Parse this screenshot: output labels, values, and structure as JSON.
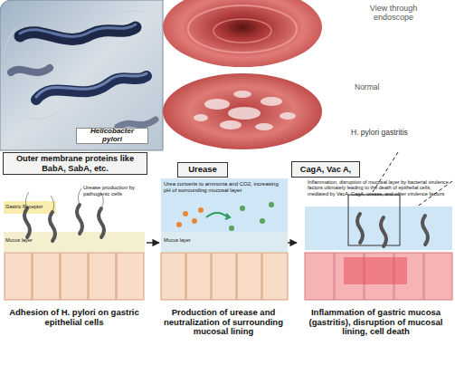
{
  "diagram": {
    "nodes": [
      {
        "text": [
          "Helicobacter pylori"
        ]
      },
      {
        "text": [
          "Outer membrane proteins like BabA, SabA, etc."
        ]
      },
      {
        "text": [
          "Urease"
        ]
      },
      {
        "text": [
          "CagA, Vac A,"
        ]
      },
      {
        "text": [
          "Urease production by pathogenic cells",
          "Gastric Receptor",
          "Mucus layer",
          "Adhesion of H. pylori on gastric epithelial cells"
        ]
      },
      {
        "text": [
          "Urea converts to ammonia and CO2, increasing pH of surrounding mucosal layer",
          "Mucus layer",
          "Production of urease and neutralization of surrounding mucosal lining"
        ]
      },
      {
        "text": [
          "Inflammation, disruption of mucosal layer by bacterial virulence factors ultimately leading to the death of epithelial cells, mediated by VacA, CagA, urease, and other virulence factors",
          "Inflammation of gastric mucosa (gastritis), disruption of mucosal lining, cell death"
        ]
      }
    ],
    "edges": [
      {
        "from": 4,
        "to": 5,
        "arrow": "to"
      },
      {
        "from": 5,
        "to": 6,
        "arrow": "to"
      }
    ],
    "labels": [
      "View through endoscope",
      "Normal",
      "H. pylori gastritis"
    ]
  }
}
